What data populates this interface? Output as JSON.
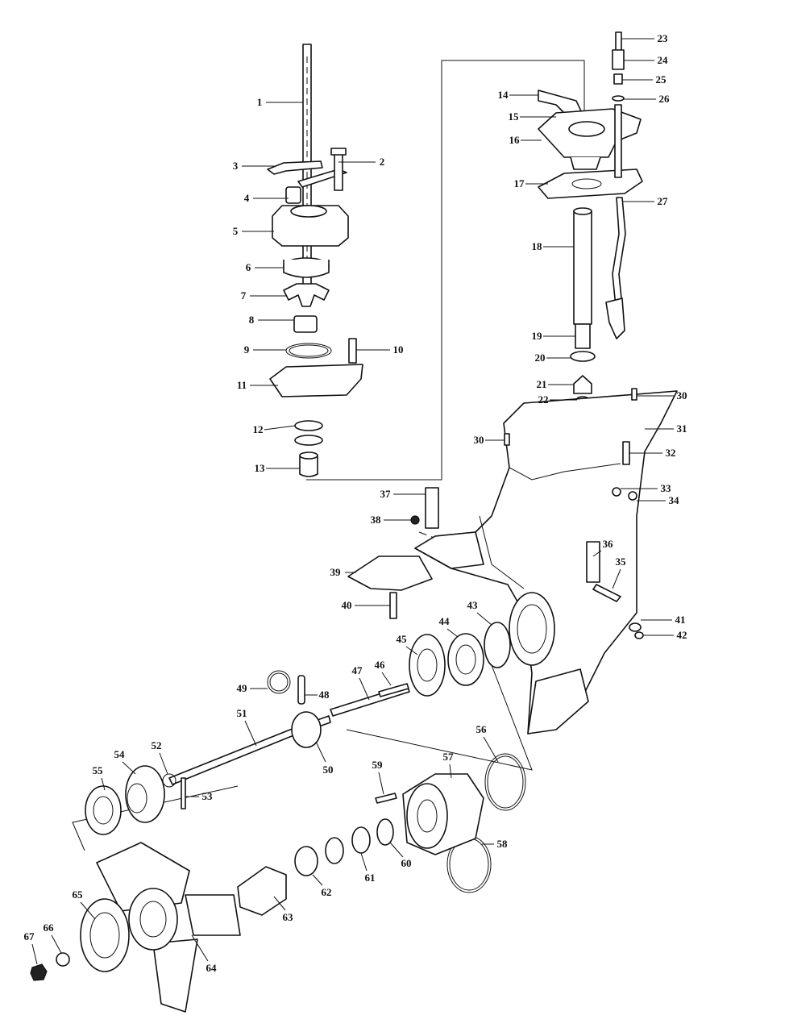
{
  "diagram": {
    "callouts": [
      {
        "n": "1"
      },
      {
        "n": "2"
      },
      {
        "n": "3"
      },
      {
        "n": "4"
      },
      {
        "n": "5"
      },
      {
        "n": "6"
      },
      {
        "n": "7"
      },
      {
        "n": "8"
      },
      {
        "n": "9"
      },
      {
        "n": "10"
      },
      {
        "n": "11"
      },
      {
        "n": "12"
      },
      {
        "n": "13"
      },
      {
        "n": "14"
      },
      {
        "n": "15"
      },
      {
        "n": "16"
      },
      {
        "n": "17"
      },
      {
        "n": "18"
      },
      {
        "n": "19"
      },
      {
        "n": "20"
      },
      {
        "n": "21"
      },
      {
        "n": "22"
      },
      {
        "n": "23"
      },
      {
        "n": "24"
      },
      {
        "n": "25"
      },
      {
        "n": "26"
      },
      {
        "n": "27"
      },
      {
        "n": "30"
      },
      {
        "n": "30"
      },
      {
        "n": "31"
      },
      {
        "n": "32"
      },
      {
        "n": "33"
      },
      {
        "n": "34"
      },
      {
        "n": "35"
      },
      {
        "n": "36"
      },
      {
        "n": "37"
      },
      {
        "n": "38"
      },
      {
        "n": "39"
      },
      {
        "n": "40"
      },
      {
        "n": "41"
      },
      {
        "n": "42"
      },
      {
        "n": "43"
      },
      {
        "n": "44"
      },
      {
        "n": "45"
      },
      {
        "n": "46"
      },
      {
        "n": "47"
      },
      {
        "n": "48"
      },
      {
        "n": "49"
      },
      {
        "n": "50"
      },
      {
        "n": "51"
      },
      {
        "n": "52"
      },
      {
        "n": "53"
      },
      {
        "n": "54"
      },
      {
        "n": "55"
      },
      {
        "n": "56"
      },
      {
        "n": "57"
      },
      {
        "n": "58"
      },
      {
        "n": "59"
      },
      {
        "n": "60"
      },
      {
        "n": "61"
      },
      {
        "n": "62"
      },
      {
        "n": "63"
      },
      {
        "n": "64"
      },
      {
        "n": "65"
      },
      {
        "n": "66"
      },
      {
        "n": "67"
      }
    ]
  }
}
